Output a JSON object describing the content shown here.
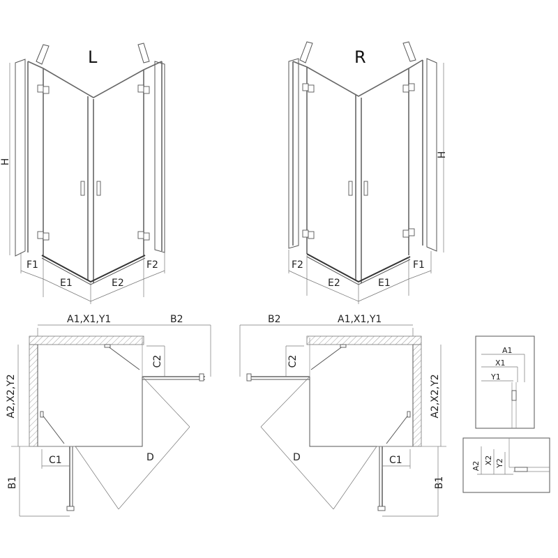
{
  "views": {
    "left": {
      "title": "L",
      "height": "H",
      "f1": "F1",
      "e1": "E1",
      "e2": "E2",
      "f2": "F2"
    },
    "right": {
      "title": "R",
      "height": "H",
      "f2": "F2",
      "e2": "E2",
      "e1": "E1",
      "f1": "F1"
    }
  },
  "plans": {
    "left": {
      "width": "A1,X1,Y1",
      "depth": "A2,X2,Y2",
      "door2": "B2",
      "c2": "C2",
      "c1": "C1",
      "diag": "D",
      "door1": "B1"
    },
    "right": {
      "width": "A1,X1,Y1",
      "depth": "A2,X2,Y2",
      "door2": "B2",
      "c2": "C2",
      "c1": "C1",
      "diag": "D",
      "door1": "B1"
    }
  },
  "details": {
    "top": {
      "a1": "A1",
      "x1": "X1",
      "y1": "Y1"
    },
    "bottom": {
      "a2": "A2",
      "x2": "X2",
      "y2": "Y2"
    }
  }
}
